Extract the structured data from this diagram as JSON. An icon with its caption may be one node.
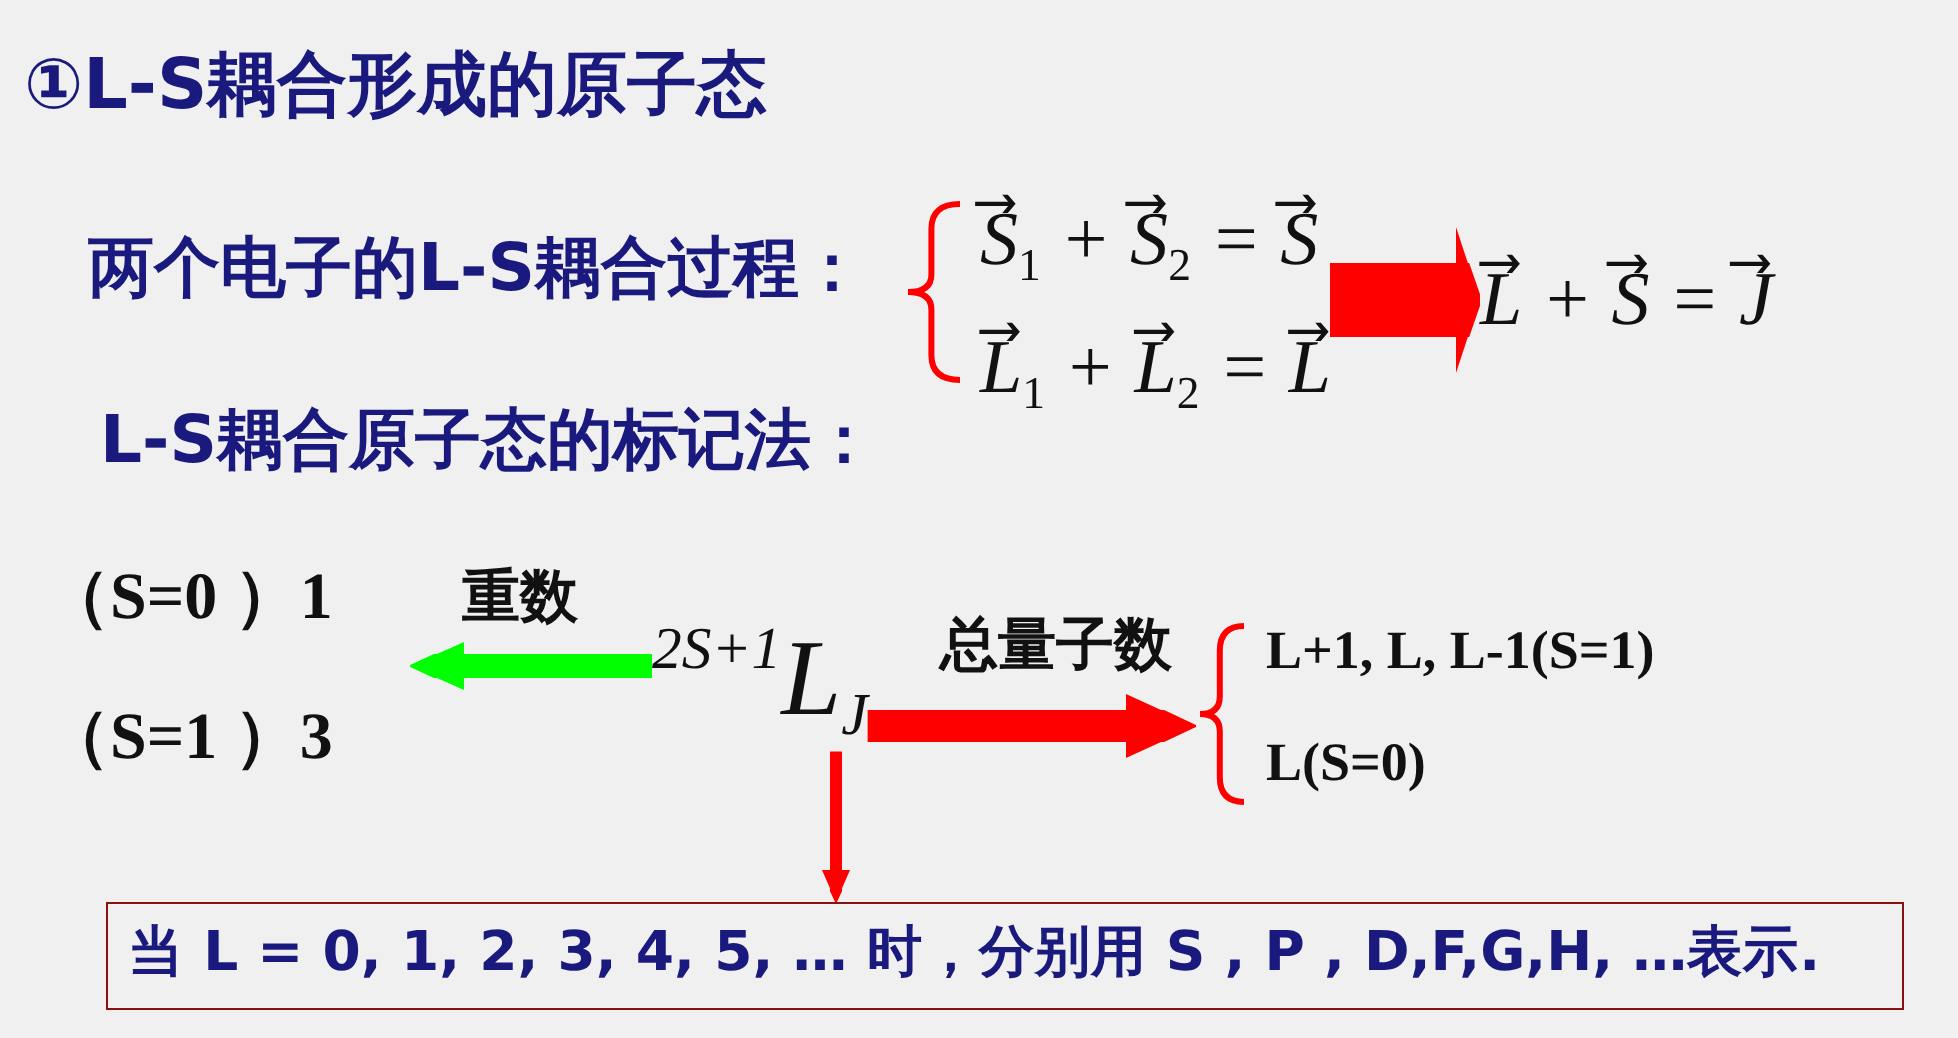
{
  "diagram": {
    "title": "①L-S耦合形成的原子态",
    "nodes": [
      {
        "text": [
          "S⃗$_{1}$ + S⃗$_{2}$ = S⃗",
          "L⃗$_{1}$ + L⃗$_{2}$ = L⃗"
        ]
      },
      {
        "text": [
          "L⃗ + S⃗ = J⃗"
        ]
      },
      {
        "text": [
          "（S=0 ）1",
          "（S=1 ）3"
        ]
      },
      {
        "text": [
          "$^{2S+1}$L$_{J}$"
        ]
      },
      {
        "text": [
          "L+1, L, L-1(S=1)",
          "L(S=0)"
        ]
      },
      {
        "text": [
          "当 L = 0, 1, 2, 3, 4, 5, … 时，分别用 S , P , D,F,G,H, …表示."
        ]
      }
    ],
    "edges": [
      {
        "from": 0,
        "to": 1,
        "arrow": "to",
        "style": "thick"
      },
      {
        "from": 3,
        "to": 2,
        "arrow": "to",
        "label": "重数",
        "color": "#00ff00"
      },
      {
        "from": 3,
        "to": 4,
        "arrow": "to",
        "label": "总量子数"
      },
      {
        "from": 3,
        "to": 5,
        "arrow": "to"
      }
    ],
    "labels": [
      "两个电子的L-S耦合过程：",
      "L-S耦合原子态的标记法："
    ]
  }
}
